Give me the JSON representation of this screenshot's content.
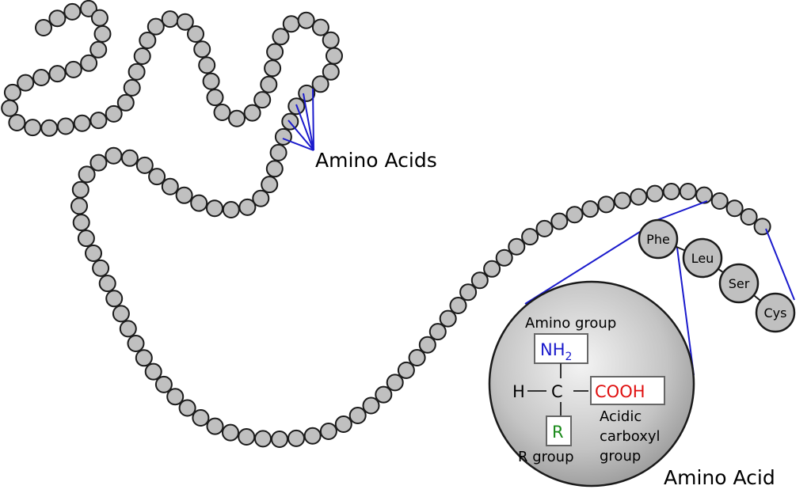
{
  "labels": {
    "amino_acids": "Amino Acids",
    "amino_acid": "Amino Acid",
    "amino_group": "Amino group",
    "nh": "NH",
    "nh_sub": "2",
    "h": "H",
    "c": "C",
    "cooh": "COOH",
    "r": "R",
    "r_group": "R group",
    "acidic_line1": "Acidic",
    "acidic_line2": "carboxyl",
    "acidic_line3": "group"
  },
  "residues": [
    "Phe",
    "Leu",
    "Ser",
    "Cys"
  ],
  "colors": {
    "bead_fill": "#c0c0c0",
    "pointer": "#1a1acc",
    "amino_group": "#1a1acc",
    "carboxyl": "#e01010",
    "r_group": "#1a8a1a"
  }
}
